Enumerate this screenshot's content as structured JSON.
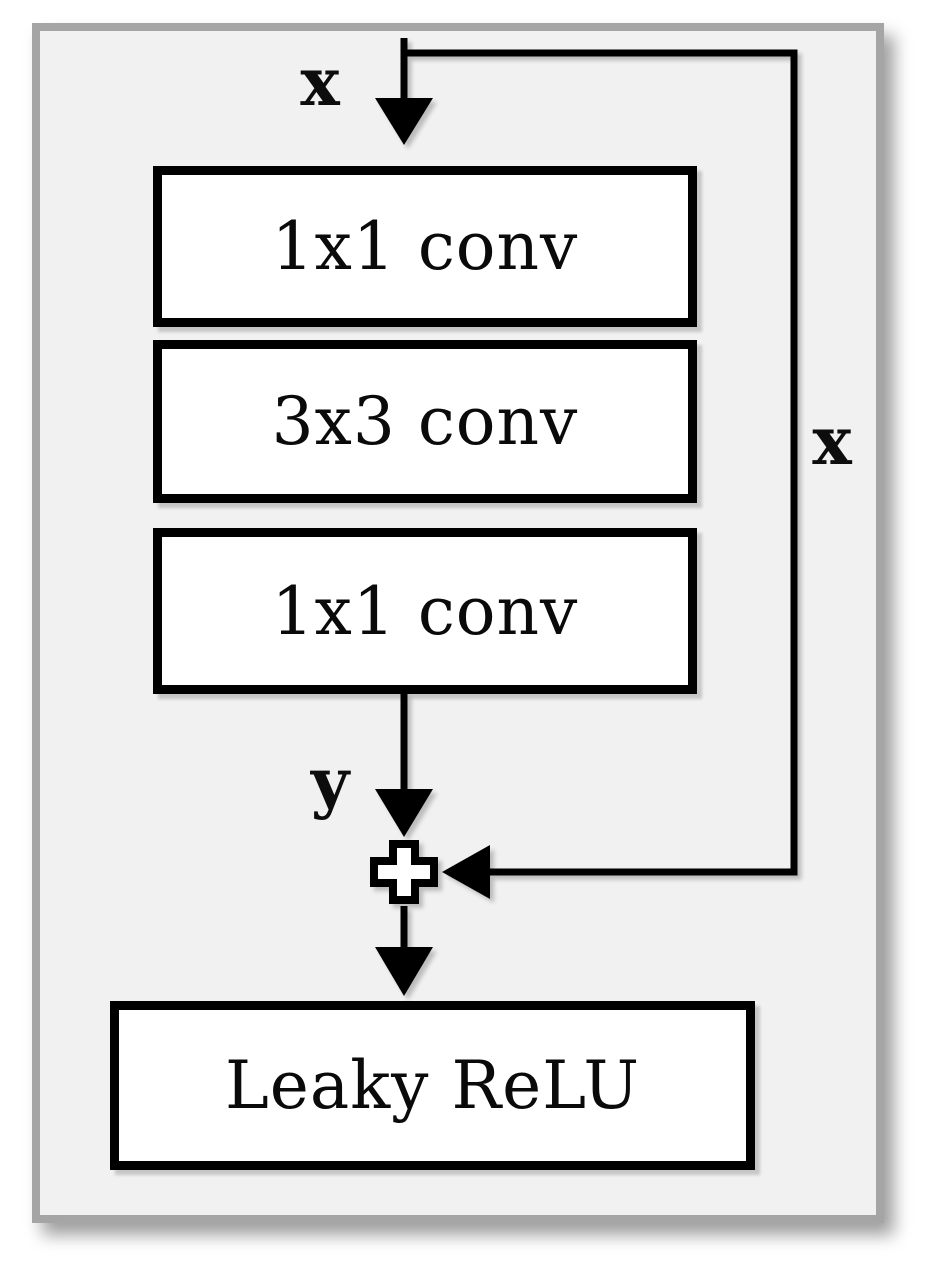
{
  "diagram": {
    "input_label": "x",
    "skip_label": "x",
    "residual_label": "y",
    "operator": "+",
    "blocks": [
      {
        "label": "1x1 conv"
      },
      {
        "label": "3x3 conv"
      },
      {
        "label": "1x1 conv"
      }
    ],
    "activation_label": "Leaky ReLU",
    "colors": {
      "line": "#000000",
      "frame_border": "#a5a5a5",
      "frame_fill": "#f1f1f1",
      "box_fill": "#ffffff",
      "shadow": "rgba(0,0,0,0.38)"
    }
  }
}
